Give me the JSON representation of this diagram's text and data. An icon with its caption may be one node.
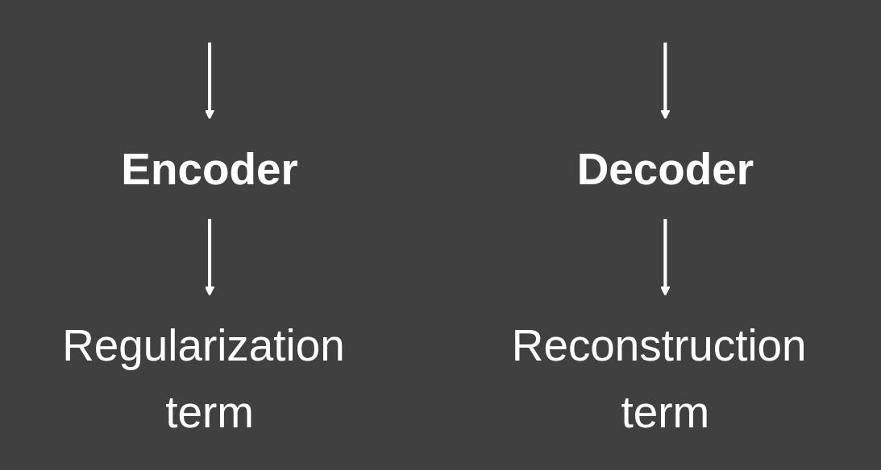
{
  "diagram": {
    "nodes": [
      {
        "text": [
          "Encoder"
        ]
      },
      {
        "text": [
          "Decoder"
        ]
      },
      {
        "text": [
          "Regularization term"
        ]
      },
      {
        "text": [
          "Reconstruction term"
        ]
      }
    ],
    "edges": [
      {
        "from": null,
        "to": 0,
        "arrow": "to"
      },
      {
        "from": null,
        "to": 1,
        "arrow": "to"
      },
      {
        "from": 0,
        "to": 2,
        "arrow": "to"
      },
      {
        "from": 1,
        "to": 3,
        "arrow": "to"
      }
    ]
  }
}
